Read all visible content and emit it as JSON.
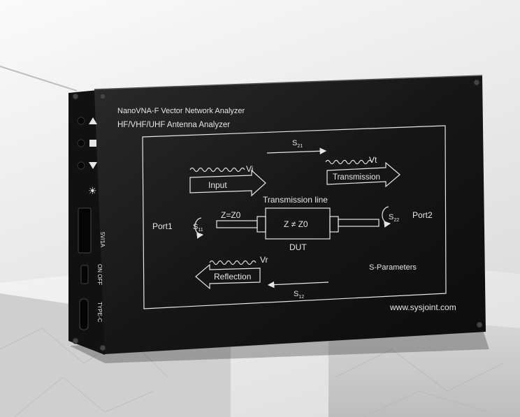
{
  "device": {
    "title_line1": "NanoVNA-F Vector Network Analyzer",
    "title_line2": "HF/VHF/UHF Antenna Analyzer",
    "side_labels": {
      "usb_power": "5V/1A",
      "switch": "ON OFF",
      "usb_c": "TYPE-C"
    },
    "website": "www.sysjoint.com"
  },
  "diagram": {
    "s21": "S",
    "s21_sub": "21",
    "s12": "S",
    "s12_sub": "12",
    "s11": "S",
    "s11_sub": "11",
    "s22": "S",
    "s22_sub": "22",
    "vi": "Vi",
    "vt": "Vt",
    "vr": "Vr",
    "input": "Input",
    "transmission": "Transmission",
    "reflection": "Reflection",
    "transmission_line": "Transmission line",
    "z_equal": "Z=Z0",
    "z_not_equal": "Z ≠ Z0",
    "dut": "DUT",
    "port1": "Port1",
    "port2": "Port2",
    "s_parameters": "S-Parameters"
  }
}
